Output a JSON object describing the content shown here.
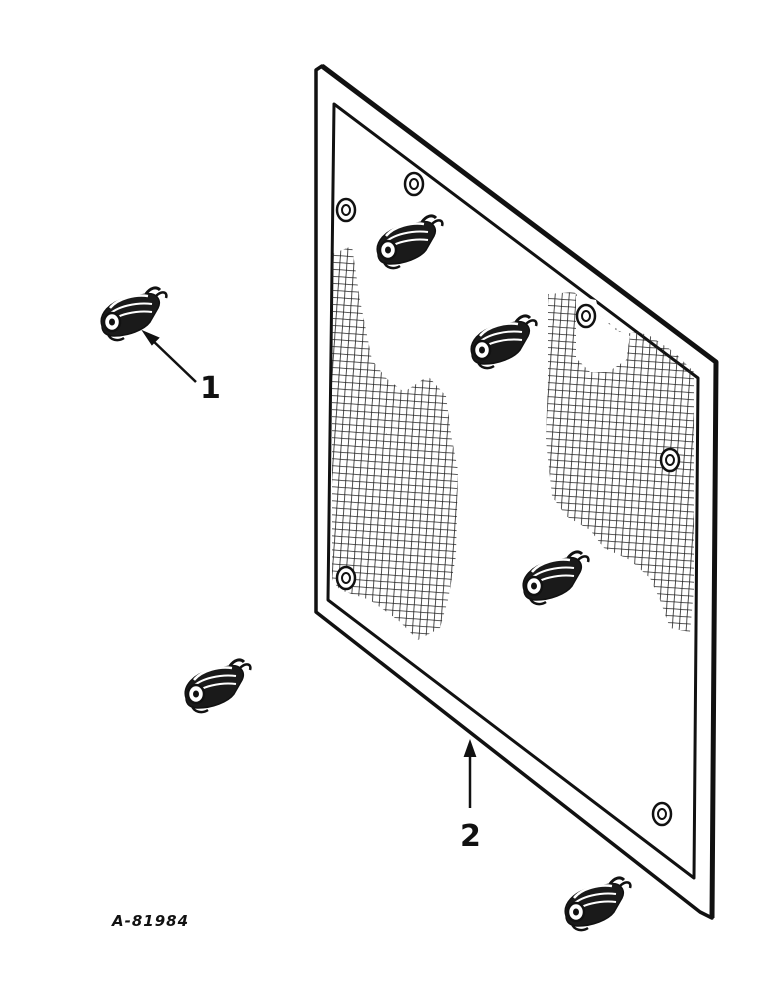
{
  "callouts": {
    "clip_label": "1",
    "screen_label": "2"
  },
  "figure_ref": "A-81984",
  "colors": {
    "ink": "#111111",
    "paper": "#ffffff",
    "mesh": "#222222"
  },
  "icons": {
    "fastener": "spring-clip-fastener-icon"
  }
}
